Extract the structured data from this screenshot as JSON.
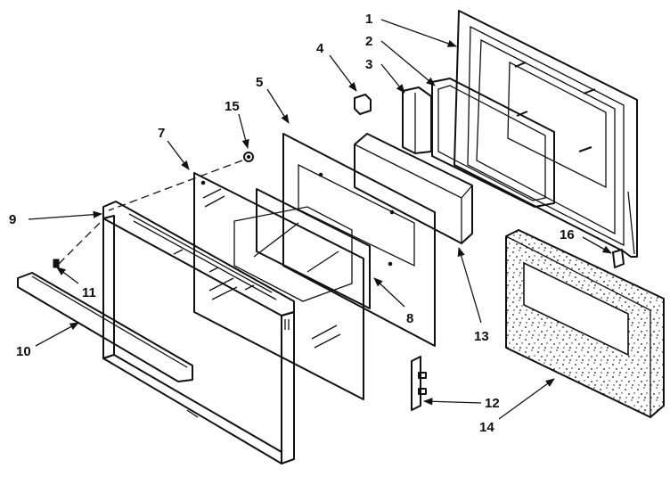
{
  "labels": {
    "p1": "1",
    "p2": "2",
    "p3": "3",
    "p4": "4",
    "p5": "5",
    "p7": "7",
    "p8": "8",
    "p9": "9",
    "p10": "10",
    "p11": "11",
    "p12": "12",
    "p13": "13",
    "p14": "14",
    "p15": "15",
    "p16": "16"
  }
}
